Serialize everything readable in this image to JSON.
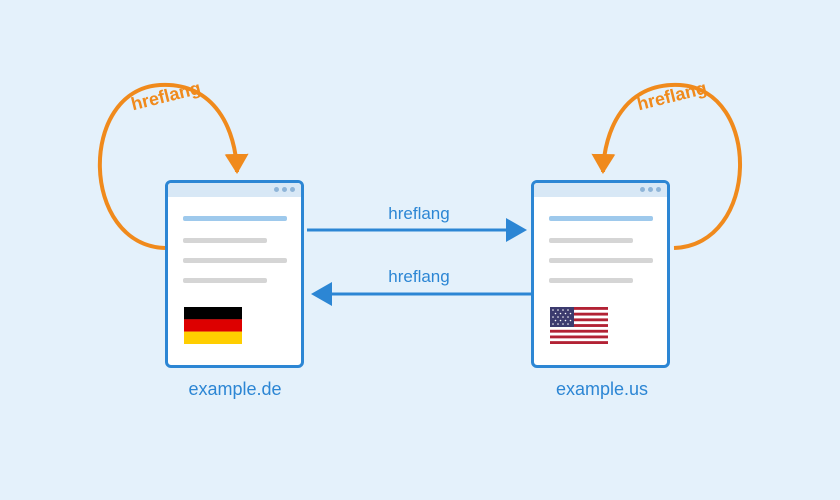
{
  "sites": {
    "de": {
      "domain": "example.de",
      "flag": "germany-flag"
    },
    "us": {
      "domain": "example.us",
      "flag": "usa-flag"
    }
  },
  "links": {
    "forward_label": "hreflang",
    "backward_label": "hreflang",
    "self_de_label": "hreflang",
    "self_us_label": "hreflang"
  },
  "colors": {
    "background": "#e4f1fb",
    "accent_blue": "#2c86d4",
    "accent_orange": "#f08a1c",
    "flag_de": [
      "#000000",
      "#dd0000",
      "#ffce00"
    ],
    "flag_us_red": "#b22234",
    "flag_us_blue": "#3c3b6e"
  }
}
